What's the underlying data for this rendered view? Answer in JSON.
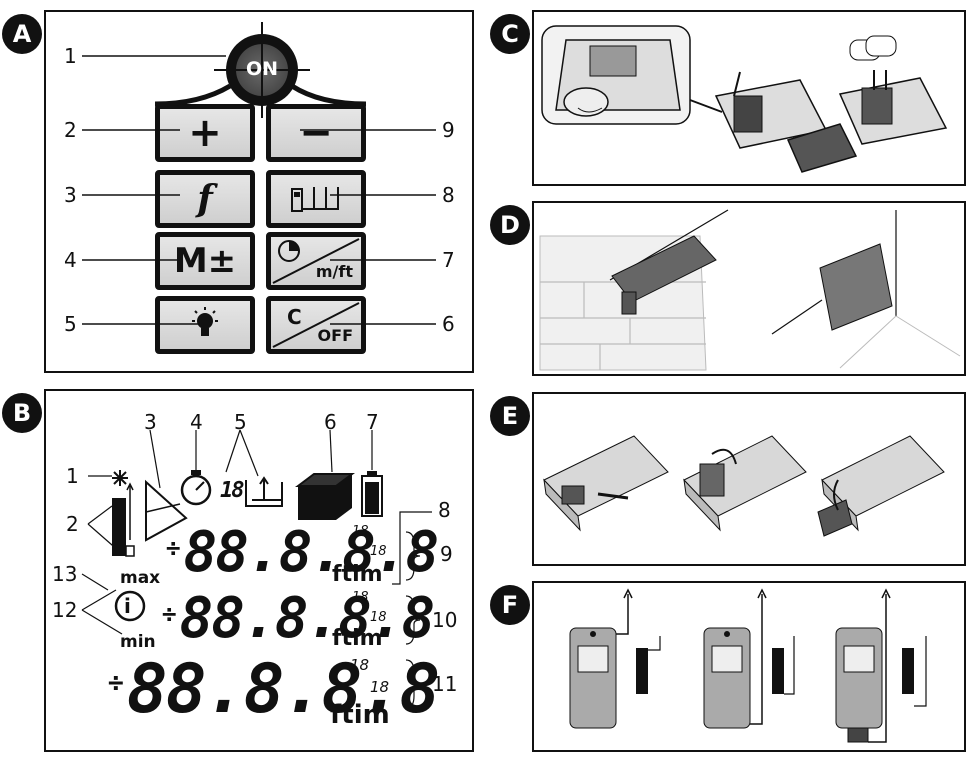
{
  "panels": {
    "a": {
      "badge": "A"
    },
    "b": {
      "badge": "B"
    },
    "c": {
      "badge": "C"
    },
    "d": {
      "badge": "D"
    },
    "e": {
      "badge": "E"
    },
    "f": {
      "badge": "F"
    }
  },
  "panel_a": {
    "on_label": "ON",
    "plus_symbol": "+",
    "minus_symbol": "−",
    "func_symbol": "f",
    "memory_label": "M±",
    "unit_label": "m/ft",
    "clear_label": "C",
    "off_label": "OFF",
    "callouts": [
      "1",
      "2",
      "3",
      "4",
      "5",
      "6",
      "7",
      "8",
      "9"
    ]
  },
  "panel_b": {
    "callouts": [
      "1",
      "2",
      "3",
      "4",
      "5",
      "6",
      "7",
      "8",
      "9",
      "10",
      "11",
      "12",
      "13"
    ],
    "max_label": "max",
    "min_label": "min",
    "info_glyph": "i",
    "digits": "88.8.8.8",
    "unit_text": "ftim",
    "frac_num": "18",
    "frac_den": "18",
    "sign": "÷",
    "small_digits": "18"
  }
}
